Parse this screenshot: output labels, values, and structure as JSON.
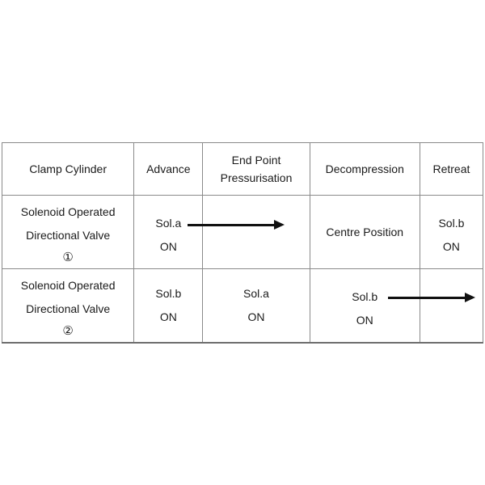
{
  "table": {
    "headers": [
      {
        "lines": [
          "Clamp Cylinder"
        ]
      },
      {
        "lines": [
          "Advance"
        ]
      },
      {
        "lines": [
          "End Point",
          "Pressurisation"
        ]
      },
      {
        "lines": [
          "Decompression"
        ]
      },
      {
        "lines": [
          "Retreat"
        ]
      }
    ],
    "rows": [
      {
        "label": {
          "lines": [
            "Solenoid Operated",
            "Directional Valve"
          ],
          "marker": "①"
        },
        "advance": {
          "lines": [
            "Sol.a",
            "ON"
          ]
        },
        "end_point_pressurisation": {
          "lines": []
        },
        "decompression": {
          "lines": [
            "Centre Position"
          ]
        },
        "retreat": {
          "lines": [
            "Sol.b",
            "ON"
          ]
        }
      },
      {
        "label": {
          "lines": [
            "Solenoid Operated",
            "Directional Valve"
          ],
          "marker": "②"
        },
        "advance": {
          "lines": [
            "Sol.b",
            "ON"
          ]
        },
        "end_point_pressurisation": {
          "lines": [
            "Sol.a",
            "ON"
          ]
        },
        "decompression": {
          "lines": [
            "Sol.b",
            "ON"
          ]
        },
        "retreat": {
          "lines": []
        }
      }
    ],
    "annotations": {
      "arrow_advance_name": "advance-continuation-arrow",
      "arrow_retreat_name": "retreat-continuation-arrow"
    },
    "colors": {
      "header_background": "#d2d2d2",
      "border": "#8a8a8a",
      "outer_border": "#6e6e6e",
      "text": "#1a1a1a",
      "arrow": "#111111",
      "page_background": "#ffffff"
    }
  }
}
